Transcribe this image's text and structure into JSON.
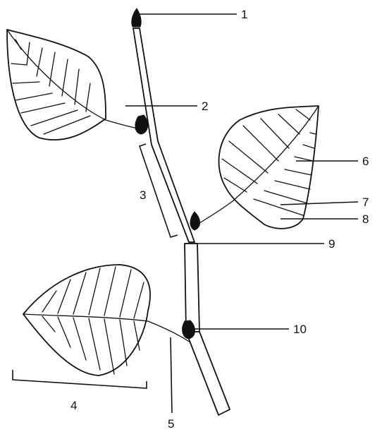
{
  "diagram": {
    "labels": [
      {
        "id": "1",
        "text": "1"
      },
      {
        "id": "2",
        "text": "2"
      },
      {
        "id": "3",
        "text": "3"
      },
      {
        "id": "4",
        "text": "4"
      },
      {
        "id": "5",
        "text": "5"
      },
      {
        "id": "6",
        "text": "6"
      },
      {
        "id": "7",
        "text": "7"
      },
      {
        "id": "8",
        "text": "8"
      },
      {
        "id": "9",
        "text": "9"
      },
      {
        "id": "10",
        "text": "10"
      }
    ]
  },
  "colors": {
    "ink": "#111111",
    "background": "#ffffff"
  }
}
